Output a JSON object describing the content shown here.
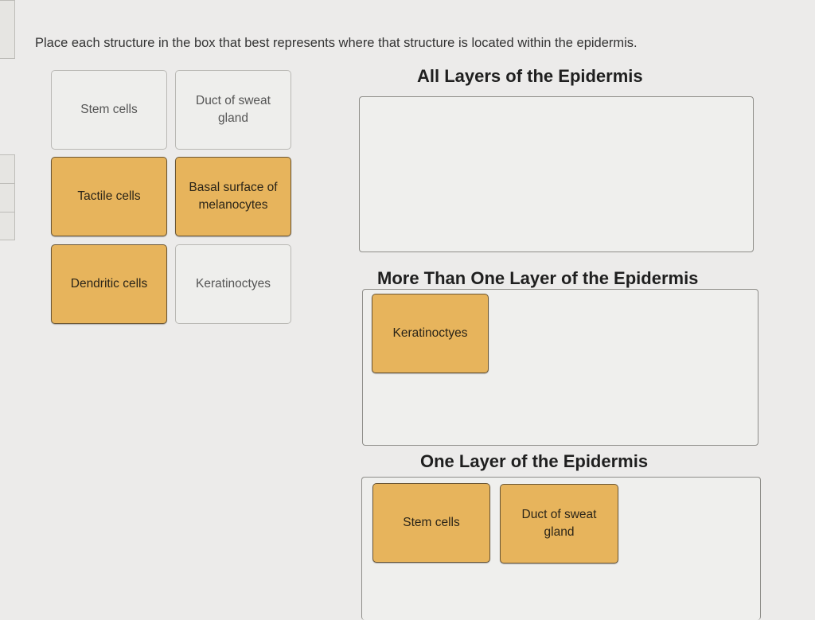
{
  "instruction": "Place each structure in the box that best represents where that structure is located within the epidermis.",
  "bank": {
    "tiles": [
      {
        "label": "Stem cells",
        "state": "empty"
      },
      {
        "label": "Duct of sweat gland",
        "state": "empty"
      },
      {
        "label": "Tactile cells",
        "state": "filled"
      },
      {
        "label": "Basal surface of melanocytes",
        "state": "filled"
      },
      {
        "label": "Dendritic cells",
        "state": "filled"
      },
      {
        "label": "Keratinoctyes",
        "state": "empty"
      }
    ]
  },
  "zones": {
    "all_layers": {
      "title": "All Layers of the Epidermis",
      "items": []
    },
    "more_than_one": {
      "title": "More Than One Layer of the Epidermis",
      "items": [
        "Keratinoctyes"
      ]
    },
    "one_layer": {
      "title": "One Layer of the Epidermis",
      "items": [
        "Stem cells",
        "Duct of sweat gland"
      ]
    }
  },
  "colors": {
    "filled_tile": "#e7b45c",
    "empty_tile": "#eeeeec",
    "background": "#ecebea"
  }
}
